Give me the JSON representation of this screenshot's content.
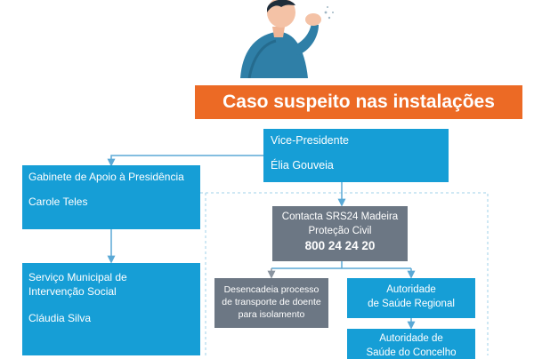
{
  "header": {
    "faded_text": "...",
    "illustration_icon": "person-coughing-icon"
  },
  "title": "Caso suspeito nas instalações",
  "nodes": {
    "vice_presidente": {
      "role": "Vice-Presidente",
      "name": "Élia Gouveia"
    },
    "gabinete": {
      "role": "Gabinete de Apoio à Presidência",
      "name": "Carole Teles"
    },
    "servico_municipal": {
      "role_line1": "Serviço Municipal de",
      "role_line2": "Intervenção Social",
      "name": "Cláudia Silva"
    },
    "contacta": {
      "line1": "Contacta SRS24 Madeira",
      "line2": "Proteção Civil",
      "phone": "800 24 24 20"
    },
    "desencadeia": {
      "line1": "Desencadeia processo",
      "line2": "de transporte de doente",
      "line3": "para isolamento"
    },
    "autoridade_regional": {
      "line1": "Autoridade",
      "line2": "de Saúde Regional"
    },
    "autoridade_concelho": {
      "line1": "Autoridade de",
      "line2": "Saúde do Concelho"
    }
  },
  "colors": {
    "accent_orange": "#ec6a25",
    "box_blue": "#169ed6",
    "box_grey": "#6c7784",
    "arrow": "#5aa9d6",
    "dashed_border": "#9fd1ea"
  }
}
